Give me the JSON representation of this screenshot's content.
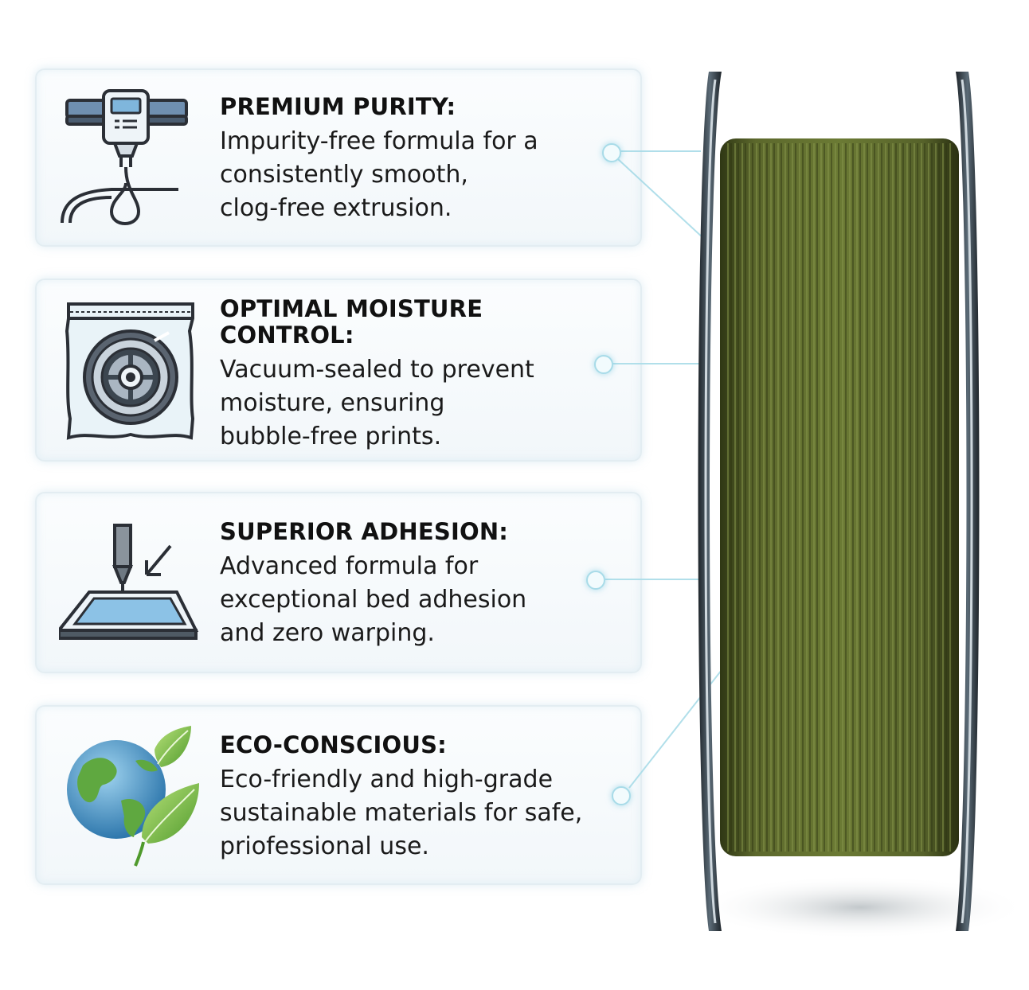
{
  "features": [
    {
      "title": "PREMIUM PURITY:",
      "lines": [
        "Impurity-free formula for a",
        "consistently smooth,",
        "clog-free extrusion."
      ],
      "icon": "extruder-nozzle-icon"
    },
    {
      "title": "OPTIMAL MOISTURE",
      "title_line2": "CONTROL:",
      "lines": [
        "Vacuum-sealed to prevent",
        "moisture, ensuring",
        "bubble-free prints."
      ],
      "icon": "vacuum-sealed-spool-icon"
    },
    {
      "title": "SUPERIOR ADHESION:",
      "lines": [
        "Advanced formula for",
        "exceptional bed adhesion",
        "and zero warping."
      ],
      "icon": "print-bed-icon"
    },
    {
      "title": "ECO-CONSCIOUS:",
      "lines": [
        "Eco-friendly and high-grade",
        "sustainable materials for safe,",
        "priofessional use."
      ],
      "icon": "globe-leaves-icon"
    }
  ],
  "colors": {
    "filament": "#5f6b2c",
    "filament_dark": "#3f4a1a",
    "flange": "#3d4a55",
    "connector": "#a8dbe8"
  }
}
